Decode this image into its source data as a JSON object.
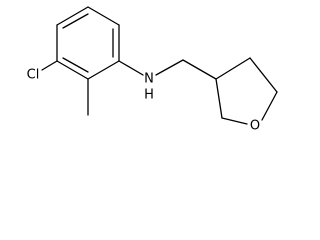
{
  "molecule": {
    "atom_labels": {
      "chlorine": "Cl",
      "amine": "N",
      "amine_hydrogen": "H",
      "ring_oxygen": "O"
    }
  }
}
